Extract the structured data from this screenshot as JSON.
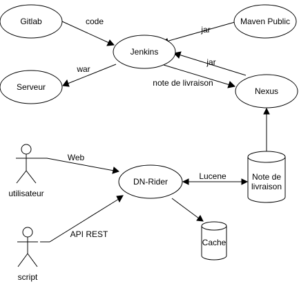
{
  "nodes": {
    "gitlab": "Gitlab",
    "maven_public": "Maven Public",
    "jenkins": "Jenkins",
    "serveur": "Serveur",
    "nexus": "Nexus",
    "dn_rider": "DN-Rider",
    "release_notes_db": [
      "Note de",
      "livraison"
    ],
    "cache": "Cache"
  },
  "actors": {
    "user": "utilisateur",
    "script": "script"
  },
  "edges": {
    "gitlab_jenkins": "code",
    "maven_jenkins": "jar",
    "jenkins_serveur": "war",
    "nexus_jenkins": "jar",
    "jenkins_nexus": "note de livraison",
    "user_dnrider": "Web",
    "dnrider_notes": "Lucene",
    "script_dnrider": "API REST"
  },
  "colors": {
    "stroke": "#000000",
    "fill": "#ffffff",
    "background": "#ffffff"
  }
}
